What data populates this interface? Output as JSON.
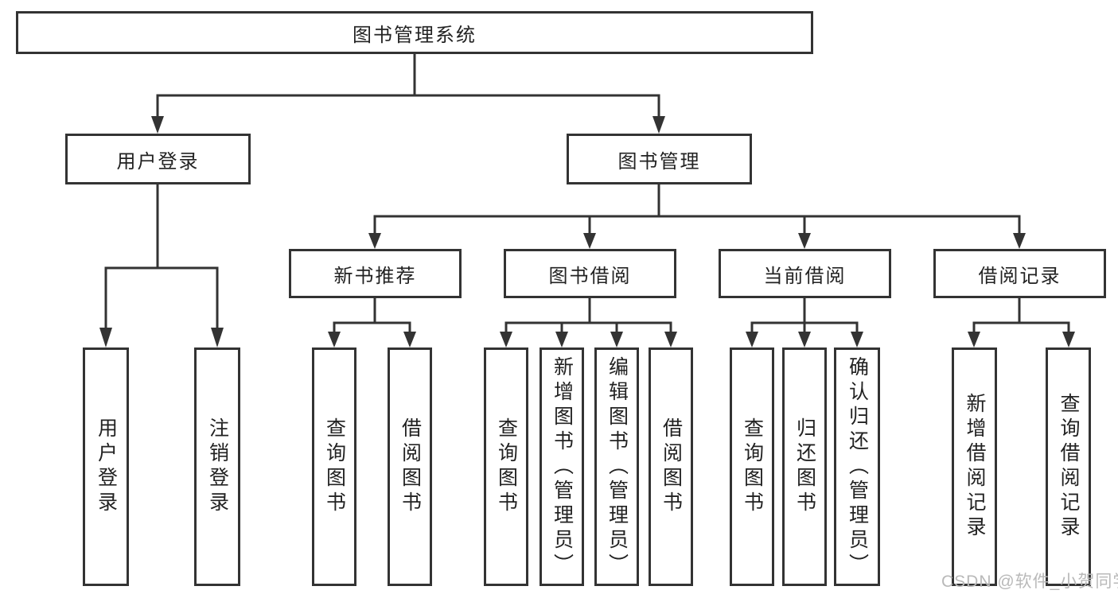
{
  "tree": {
    "root": "图书管理系统",
    "login": {
      "label": "用户登录",
      "children": [
        "用户登录",
        "注销登录"
      ]
    },
    "management": {
      "label": "图书管理",
      "sections": [
        {
          "label": "新书推荐",
          "children": [
            "查询图书",
            "借阅图书"
          ]
        },
        {
          "label": "图书借阅",
          "children": [
            "查询图书",
            "新增图书（管理员）",
            "编辑图书（管理员）",
            "借阅图书"
          ]
        },
        {
          "label": "当前借阅",
          "children": [
            "查询图书",
            "归还图书",
            "确认归还（管理员）"
          ]
        },
        {
          "label": "借阅记录",
          "children": [
            "新增借阅记录",
            "查询借阅记录"
          ]
        }
      ]
    }
  },
  "watermark": {
    "text": "CSDN @软件_小贺同学",
    "color": "#b9b9b9"
  },
  "colors": {
    "line": "#333333",
    "box_border": "#333333",
    "text": "#222222",
    "background": "#ffffff"
  }
}
